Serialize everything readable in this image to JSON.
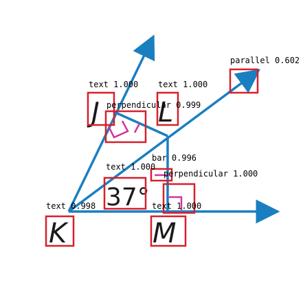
{
  "colors": {
    "line": "#1a7fc1",
    "box": "#d6202a",
    "marker": "#d4329c",
    "label_text": "#000000",
    "figure_text": "#1a1a1a"
  },
  "figure": {
    "vertices": [
      "J",
      "L",
      "K",
      "M"
    ],
    "angle": "37°"
  },
  "annotations": [
    {
      "id": "text-j",
      "label": "text 1.000"
    },
    {
      "id": "text-l",
      "label": "text 1.000"
    },
    {
      "id": "parallel",
      "label": "parallel 0.602"
    },
    {
      "id": "perp-top",
      "label": "perpendicular 0.999"
    },
    {
      "id": "bar",
      "label": "bar 0.996"
    },
    {
      "id": "text-37",
      "label": "text 1.000"
    },
    {
      "id": "perp-bottom",
      "label": "perpendicular 1.000"
    },
    {
      "id": "text-k",
      "label": "text 0.998"
    },
    {
      "id": "text-m",
      "label": "text 1.000"
    }
  ]
}
